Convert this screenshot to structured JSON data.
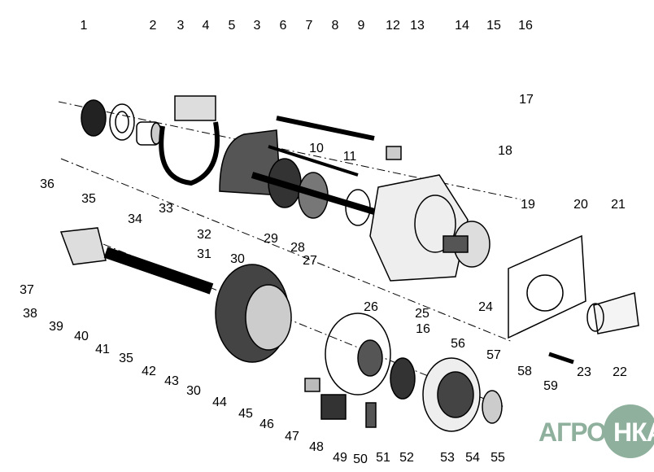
{
  "diagram": {
    "title": "Exploded view of gearbox assembly",
    "callouts": [
      "1",
      "2",
      "3",
      "4",
      "5",
      "3",
      "6",
      "7",
      "8",
      "9",
      "12",
      "13",
      "14",
      "15",
      "16",
      "17",
      "18",
      "19",
      "20",
      "21",
      "36",
      "35",
      "34",
      "33",
      "10",
      "11",
      "32",
      "31",
      "30",
      "29",
      "28",
      "27",
      "26",
      "25",
      "24",
      "16",
      "56",
      "57",
      "58",
      "59",
      "23",
      "22",
      "37",
      "38",
      "39",
      "40",
      "41",
      "35",
      "42",
      "43",
      "30",
      "44",
      "45",
      "46",
      "47",
      "48",
      "49",
      "50",
      "51",
      "52",
      "53",
      "54",
      "55"
    ]
  },
  "logo": {
    "prefix": "АГРО",
    "suffix": "НКА"
  },
  "colors": {
    "ink": "#000000",
    "logo": "#8fb09c"
  }
}
